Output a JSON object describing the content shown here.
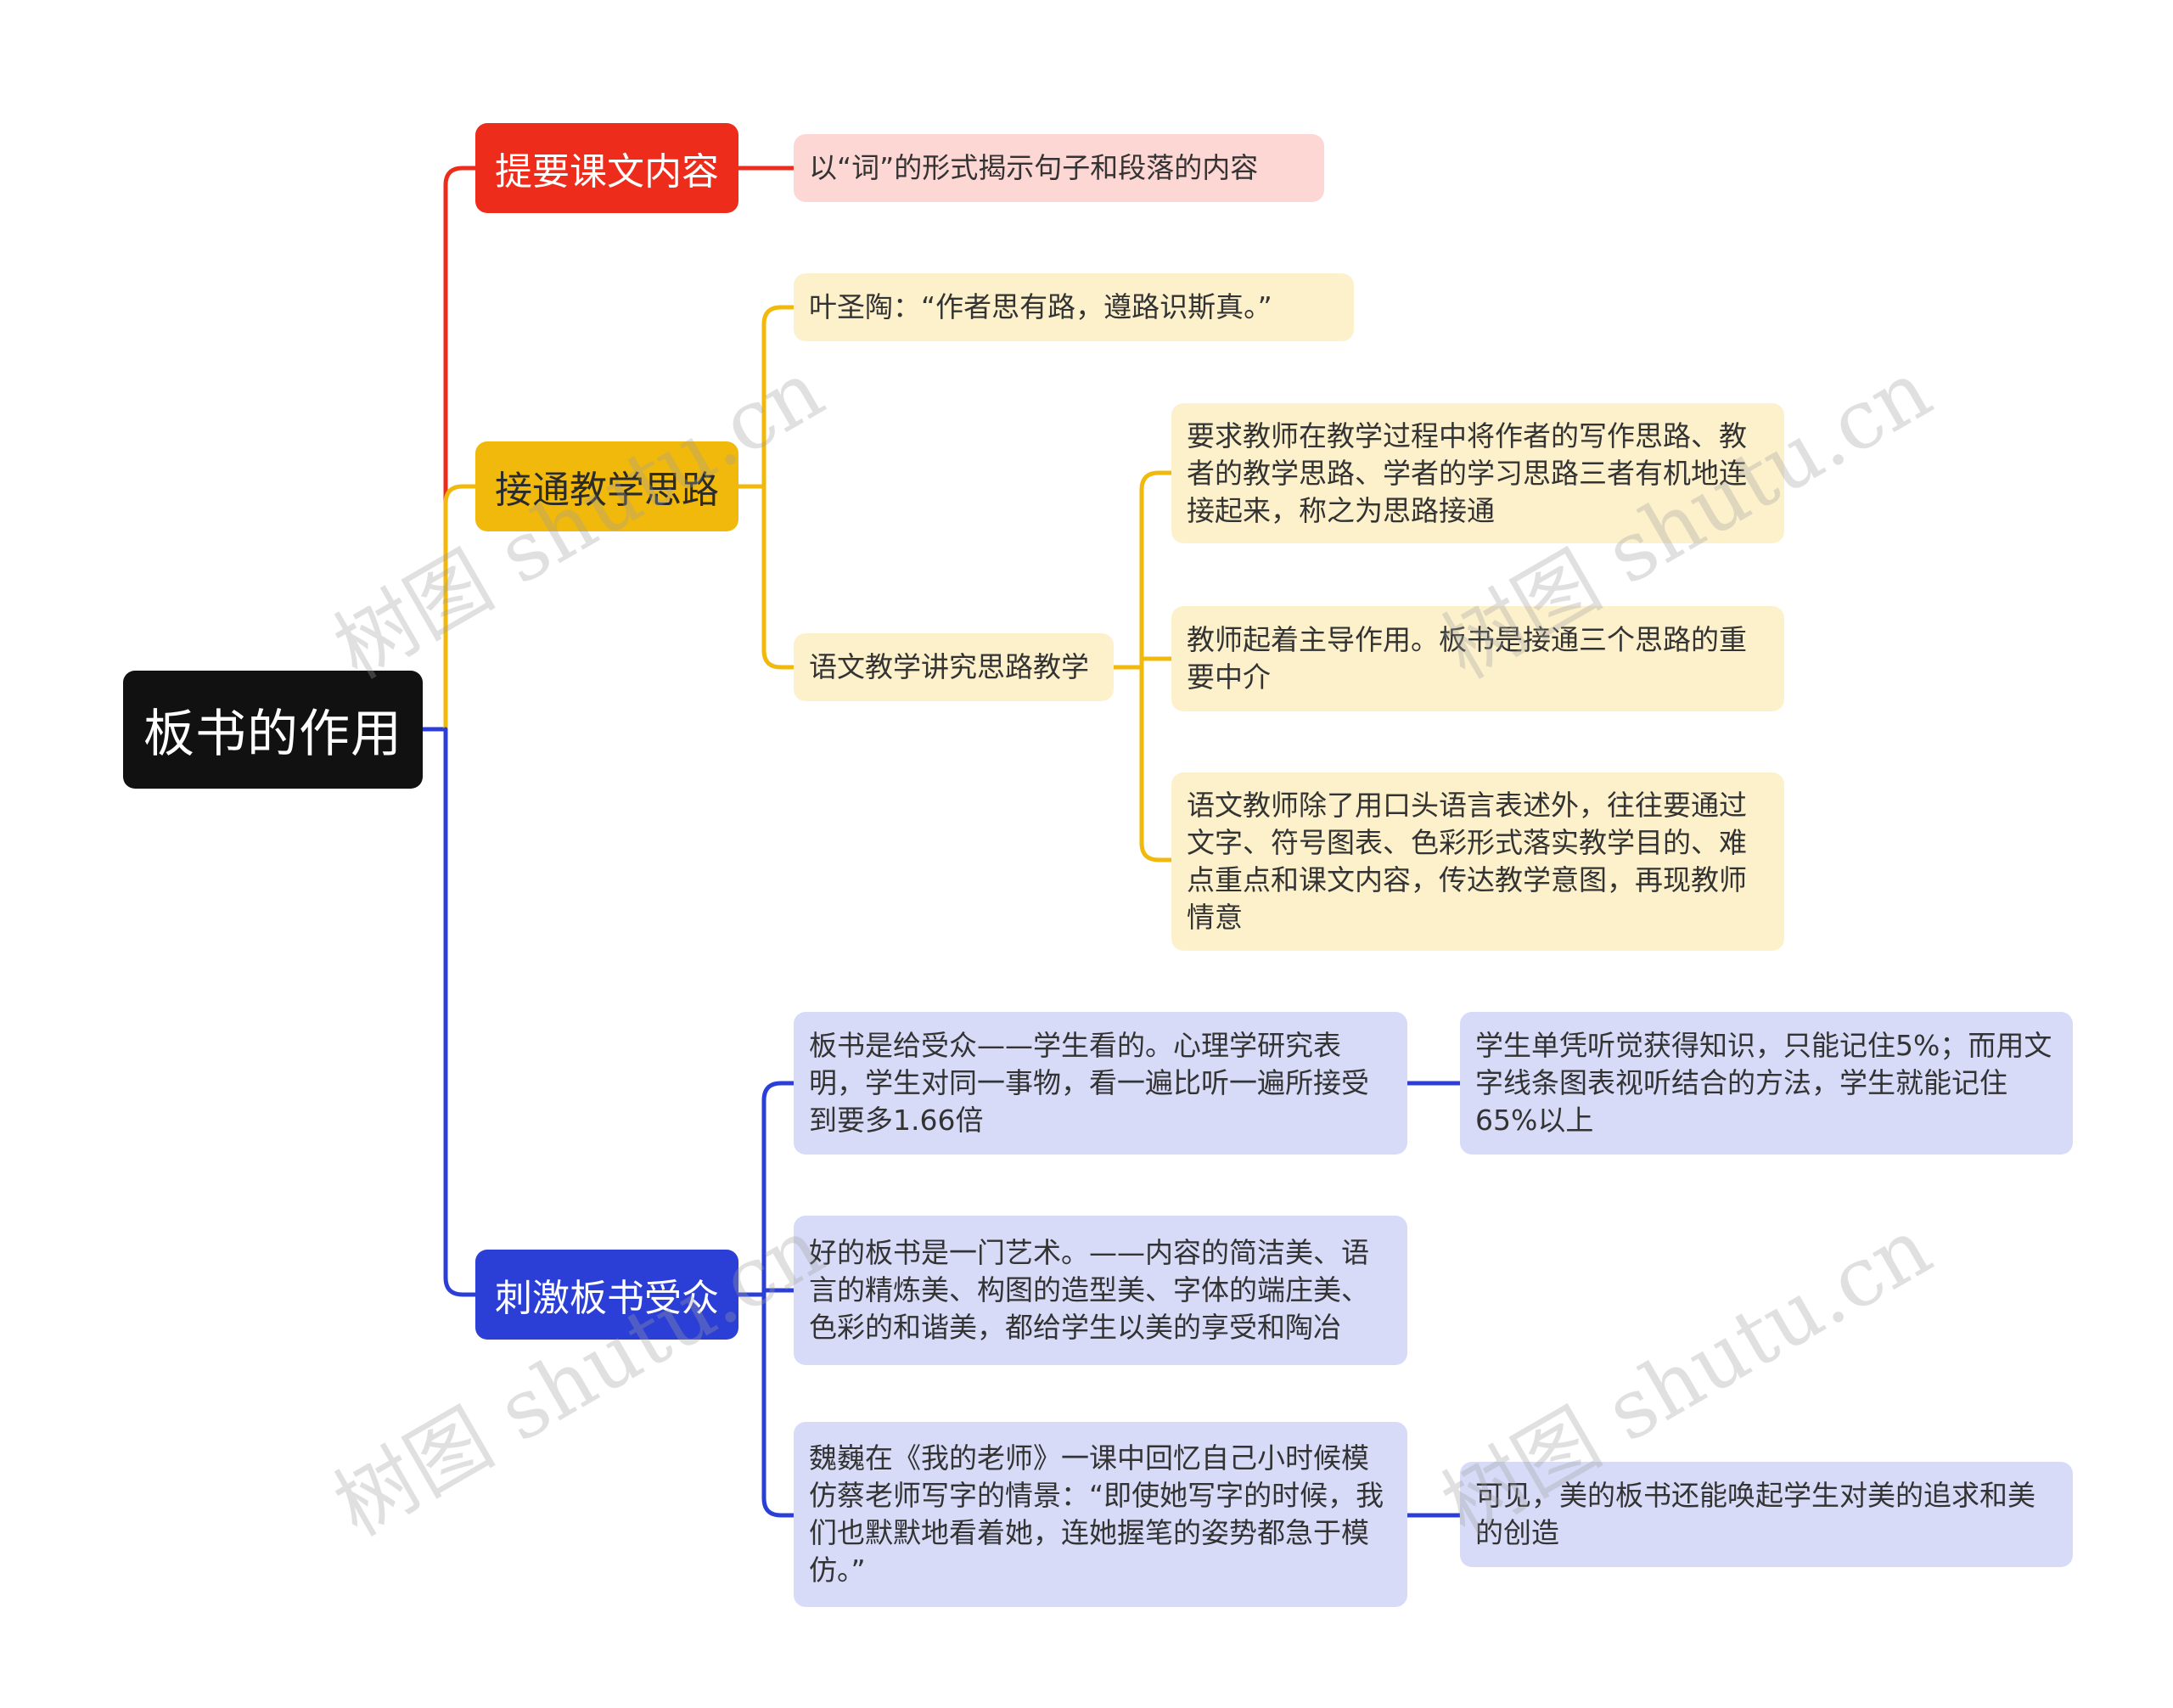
{
  "root": {
    "label": "板书的作用"
  },
  "branches": [
    {
      "label": "提要课文内容",
      "color": "#ee2c1c",
      "children": [
        "以“词”的形式揭示句子和段落的内容"
      ]
    },
    {
      "label": "接通教学思路",
      "color": "#f0b90b",
      "children": [
        "叶圣陶：“作者思有路，遵路识斯真。”",
        {
          "label": "语文教学讲究思路教学",
          "children": [
            "要求教师在教学过程中将作者的写作思路、教者的教学思路、学者的学习思路三者有机地连接起来，称之为思路接通",
            "教师起着主导作用。板书是接通三个思路的重要中介",
            "语文教师除了用口头语言表述外，往往要通过文字、符号图表、色彩形式落实教学目的、难点重点和课文内容，传达教学意图，再现教师情意"
          ]
        }
      ]
    },
    {
      "label": "刺激板书受众",
      "color": "#2b3fd6",
      "children": [
        {
          "label": "板书是给受众——学生看的。心理学研究表明，学生对同一事物，看一遍比听一遍所接受到要多1.66倍",
          "children": [
            "学生单凭听觉获得知识，只能记住5%；而用文字线条图表视听结合的方法，学生就能记住65%以上"
          ]
        },
        "好的板书是一门艺术。——内容的简洁美、语言的精炼美、构图的造型美、字体的端庄美、色彩的和谐美，都给学生以美的享受和陶冶",
        {
          "label": "魏巍在《我的老师》一课中回忆自己小时候模仿蔡老师写字的情景：“即使她写字的时候，我们也默默地看着她，连她握笔的姿势都急于模仿。”",
          "children": [
            "可见，美的板书还能唤起学生对美的追求和美的创造"
          ]
        }
      ]
    }
  ],
  "watermark": "树图 shutu.cn"
}
